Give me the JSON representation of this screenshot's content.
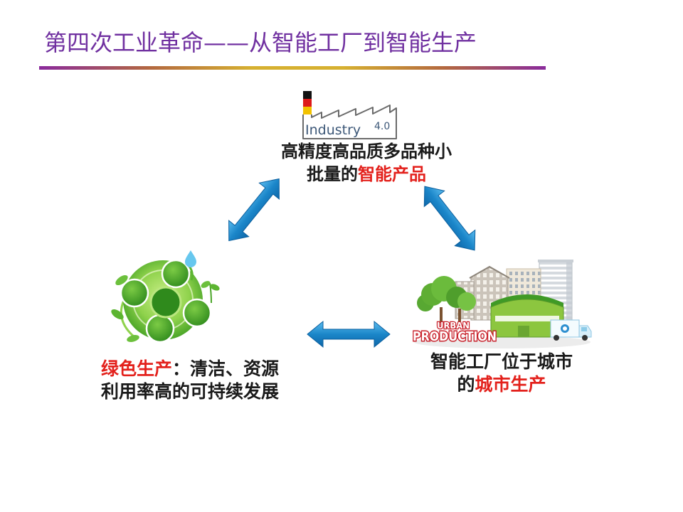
{
  "slide": {
    "title": "第四次工业革命——从智能工厂到智能生产"
  },
  "diagram": {
    "top": {
      "icon": "industry-4-0-logo",
      "logo_word": "Industry",
      "logo_version": "4.0",
      "line1": "高精度高品质多品种小",
      "line2_plain": "批量的",
      "line2_highlight": "智能产品"
    },
    "left": {
      "icon": "green-production-icon",
      "line1_highlight": "绿色生产",
      "line1_plain": "：清洁、资源",
      "line2": "利用率高的可持续发展"
    },
    "right": {
      "icon": "urban-production-illustration",
      "logo_line1": "URBAN",
      "logo_line2": "PRODUCTION",
      "line1": "智能工厂位于城市",
      "line2_plain": "的",
      "line2_highlight": "城市生产"
    },
    "connector_icon": "double-arrow-icon"
  },
  "colors": {
    "title": "#7030a0",
    "text": "#1a1a1a",
    "highlight": "#e3211c",
    "rule_start": "#8a2a9c",
    "rule_middle": "#d6b030",
    "arrow": "#1b86c9",
    "background": "#ffffff"
  }
}
